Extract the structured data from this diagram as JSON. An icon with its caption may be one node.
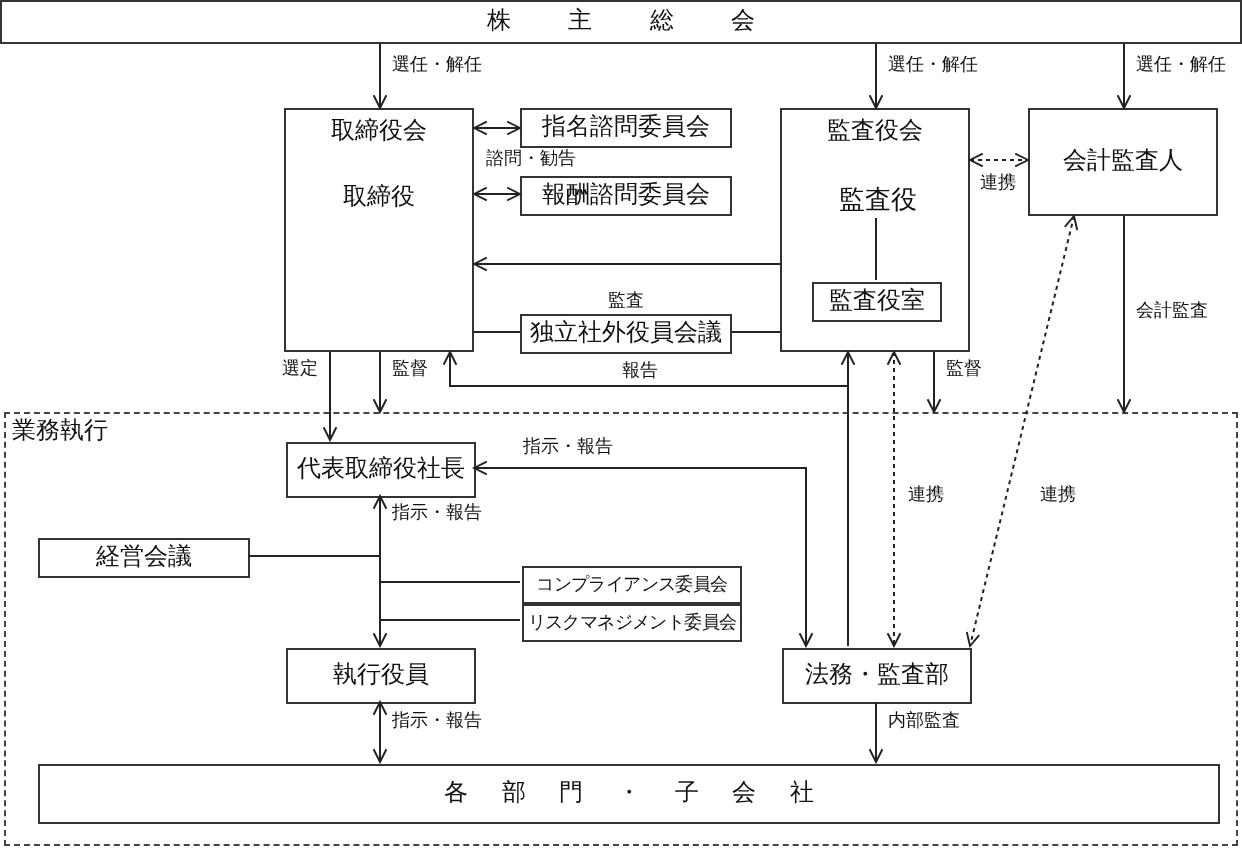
{
  "diagram": {
    "nodes": [
      {
        "text": [
          "株主総会"
        ]
      },
      {
        "text": [
          "取締役会",
          "取締役"
        ]
      },
      {
        "text": [
          "指名諮問委員会"
        ]
      },
      {
        "text": [
          "報酬諮問委員会"
        ]
      },
      {
        "text": [
          "監査役会"
        ]
      },
      {
        "text": [
          "監査役"
        ],
        "in": 4
      },
      {
        "text": [
          "監査役室"
        ],
        "in": 4
      },
      {
        "text": [
          "独立社外役員会議"
        ]
      },
      {
        "text": [
          "会計監査人"
        ]
      },
      {
        "text": [
          "業務執行"
        ]
      },
      {
        "text": [
          "代表取締役社長"
        ],
        "in": 9
      },
      {
        "text": [
          "経営会議"
        ],
        "in": 9
      },
      {
        "text": [
          "コンプライアンス委員会"
        ],
        "in": 9
      },
      {
        "text": [
          "リスクマネジメント委員会"
        ],
        "in": 9
      },
      {
        "text": [
          "執行役員"
        ],
        "in": 9
      },
      {
        "text": [
          "法務・監査部"
        ],
        "in": 9
      },
      {
        "text": [
          "各部門・子会社"
        ],
        "in": 9
      }
    ],
    "edges": [
      {
        "from": 0,
        "to": 1,
        "arrow": "to",
        "label": "選任・解任"
      },
      {
        "from": 0,
        "to": 4,
        "arrow": "to",
        "label": "選任・解任"
      },
      {
        "from": 0,
        "to": 8,
        "arrow": "to",
        "label": "選任・解任"
      },
      {
        "from": 1,
        "to": 2,
        "arrow": "both"
      },
      {
        "from": 1,
        "to": 3,
        "arrow": "both"
      },
      {
        "from": 4,
        "to": 1,
        "arrow": "to",
        "label": "監査"
      },
      {
        "from": 1,
        "to": 7,
        "arrow": "none"
      },
      {
        "from": 7,
        "to": 4,
        "arrow": "none"
      },
      {
        "from": 4,
        "to": 8,
        "arrow": "both",
        "style": "dashed",
        "label": "連携"
      },
      {
        "from": 1,
        "to": 9,
        "arrow": "to",
        "label": "監督"
      },
      {
        "from": 1,
        "to": 10,
        "arrow": "to",
        "label": "選定"
      },
      {
        "from": 4,
        "to": 9,
        "arrow": "to",
        "label": "監督"
      },
      {
        "from": 8,
        "to": 9,
        "arrow": "to",
        "label": "会計監査"
      },
      {
        "from": 15,
        "to": 1,
        "arrow": "to",
        "label": "報告"
      },
      {
        "from": 15,
        "to": 4,
        "arrow": "to"
      },
      {
        "from": 4,
        "to": 15,
        "arrow": "both",
        "style": "dashed",
        "label": "連携"
      },
      {
        "from": 8,
        "to": 15,
        "arrow": "both",
        "style": "dashed",
        "label": "連携"
      },
      {
        "from": 10,
        "to": 15,
        "arrow": "both",
        "label": "指示・報告"
      },
      {
        "from": 10,
        "to": 14,
        "arrow": "both",
        "label": "指示・報告"
      },
      {
        "from": 11,
        "to": 10,
        "arrow": "none"
      },
      {
        "from": 12,
        "to": 10,
        "arrow": "none"
      },
      {
        "from": 13,
        "to": 10,
        "arrow": "none"
      },
      {
        "from": 14,
        "to": 16,
        "arrow": "both",
        "label": "指示・報告"
      },
      {
        "from": 15,
        "to": 16,
        "arrow": "to",
        "label": "内部監査"
      },
      {
        "from": 5,
        "to": 6,
        "arrow": "none"
      }
    ],
    "labels": [
      "諮問・勧告"
    ]
  }
}
